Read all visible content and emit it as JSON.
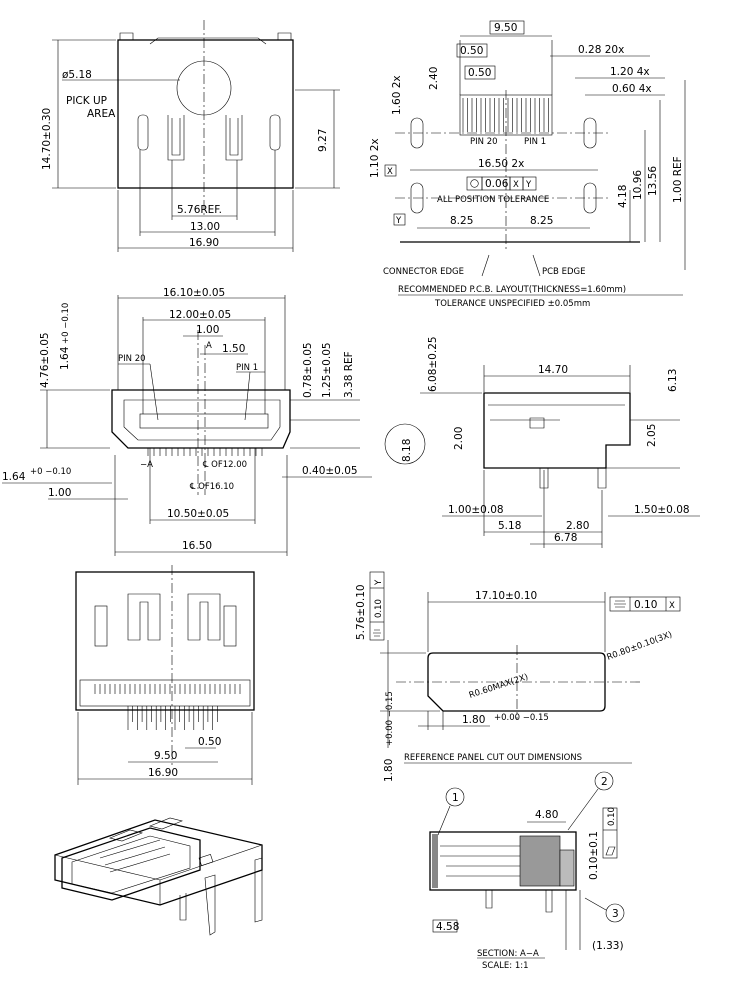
{
  "top_view": {
    "height_dim": "14.70±0.30",
    "dia": "ø5.18",
    "pick_up_1": "PICK UP",
    "pick_up_2": "AREA",
    "right_dim": "9.27",
    "dim_576": "5.76REF.",
    "dim_1300": "13.00",
    "dim_1690": "16.90"
  },
  "pcb_layout": {
    "d950": "9.50",
    "d050a": "0.50",
    "d050b": "0.50",
    "d240": "2.40",
    "d160": "1.60  2x",
    "d028": "0.28  20x",
    "d120": "1.20  4x",
    "d060": "0.60  4x",
    "pin20": "PIN 20",
    "pin1": "PIN 1",
    "d110": "1.10  2x",
    "datum_x": "X",
    "d1650": "16.50  2x",
    "fcf_val": "0.06",
    "fcf_x": "X",
    "fcf_y": "Y",
    "all_pos": "ALL POSITION TOLERANCE",
    "datum_y": "Y",
    "d825a": "8.25",
    "d825b": "8.25",
    "d418": "4.18",
    "d1096": "10.96",
    "d1356": "13.56",
    "d100ref": "1.00  REF",
    "conn_edge": "CONNECTOR EDGE",
    "pcb_edge": "PCB EDGE",
    "recommended": "RECOMMENDED P.C.B. LAYOUT(THICKNESS=1.60mm)",
    "tolerance": "TOLERANCE UNSPECIFIED  ±0.05mm"
  },
  "front_view": {
    "d1610": "16.10±0.05",
    "d1200": "12.00±0.05",
    "d100": "1.00",
    "dA": "A",
    "d150": "1.50",
    "pin20": "PIN 20",
    "pin1": "PIN 1",
    "d476": "4.76±0.05",
    "d164": "1.64",
    "d164_tol": "+0 −0.10",
    "d078": "0.78±0.05",
    "d125": "1.25±0.05",
    "d338": "3.38  REF",
    "secA": "−A",
    "cl1200": "℄ OF12.00",
    "cl1610": "℄ OF16.10",
    "d164b": "1.64",
    "d164b_tol": "+0 −0.10",
    "d100b": "1.00",
    "d040": "0.40±0.05",
    "d1050": "10.50±0.05",
    "d1650": "16.50"
  },
  "side_view": {
    "d608": "6.08±0.25",
    "d1470": "14.70",
    "d613": "6.13",
    "d818": "8.18",
    "d200": "2.00",
    "d205": "2.05",
    "d100": "1.00±0.08",
    "d150": "1.50±0.08",
    "d518": "5.18",
    "d280": "2.80",
    "d678": "6.78"
  },
  "bottom_view": {
    "d050": "0.50",
    "d950": "9.50",
    "d1690": "16.90"
  },
  "panel": {
    "d576": "5.76±0.10",
    "fcf_left_val": "0.10",
    "fcf_left_datum": "Y",
    "d1710": "17.10±0.10",
    "fcf_right_val": "0.10",
    "fcf_right_datum": "X",
    "r080": "R0.80±0.10(3X)",
    "r060": "R0.60MAX(2X)",
    "d180h": "1.80",
    "d180h_tol": "+0.00 −0.15",
    "d180v": "1.80",
    "d180v_tol": "+0.00 −0.15",
    "title": "REFERENCE PANEL CUT OUT DIMENSIONS"
  },
  "section": {
    "c1": "1",
    "c2": "2",
    "c3": "3",
    "d480": "4.80",
    "d010": "0.10±0.1",
    "flat_val": "0.10",
    "d458": "4.58",
    "d133": "(1.33)",
    "label": "SECTION: A−A",
    "scale": "SCALE: 1:1"
  }
}
